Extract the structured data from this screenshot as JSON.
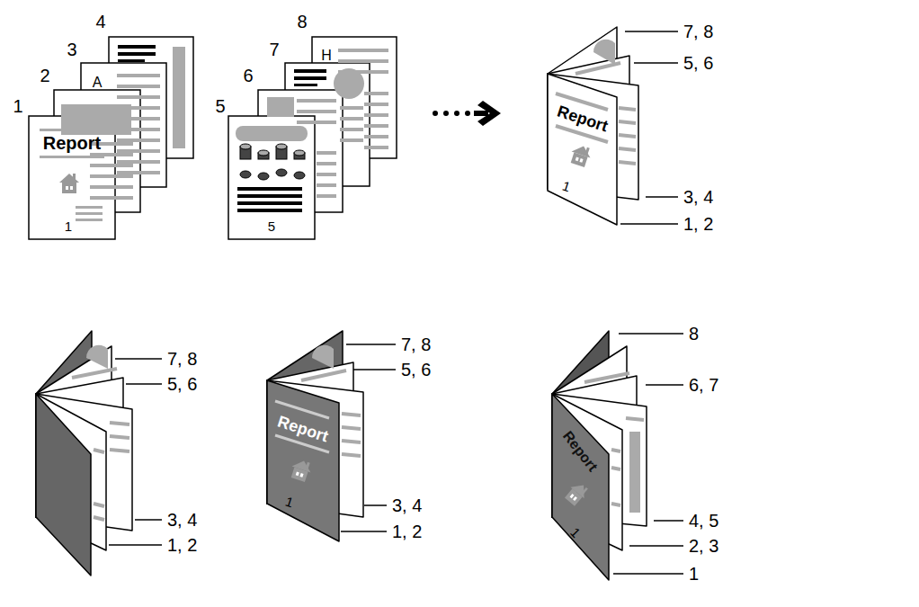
{
  "diagram": {
    "labels": [
      "4",
      "3",
      "2",
      "1",
      "Report",
      "A",
      "1",
      "8",
      "7",
      "6",
      "5",
      "H",
      "5",
      "Report",
      "1",
      "7, 8",
      "5, 6",
      "3, 4",
      "1, 2",
      "7, 8",
      "5, 6",
      "3, 4",
      "1, 2",
      "Report",
      "1",
      "7, 8",
      "5, 6",
      "3, 4",
      "1, 2",
      "Report",
      "1",
      "8",
      "6, 7",
      "4, 5",
      "2, 3",
      "1"
    ]
  }
}
